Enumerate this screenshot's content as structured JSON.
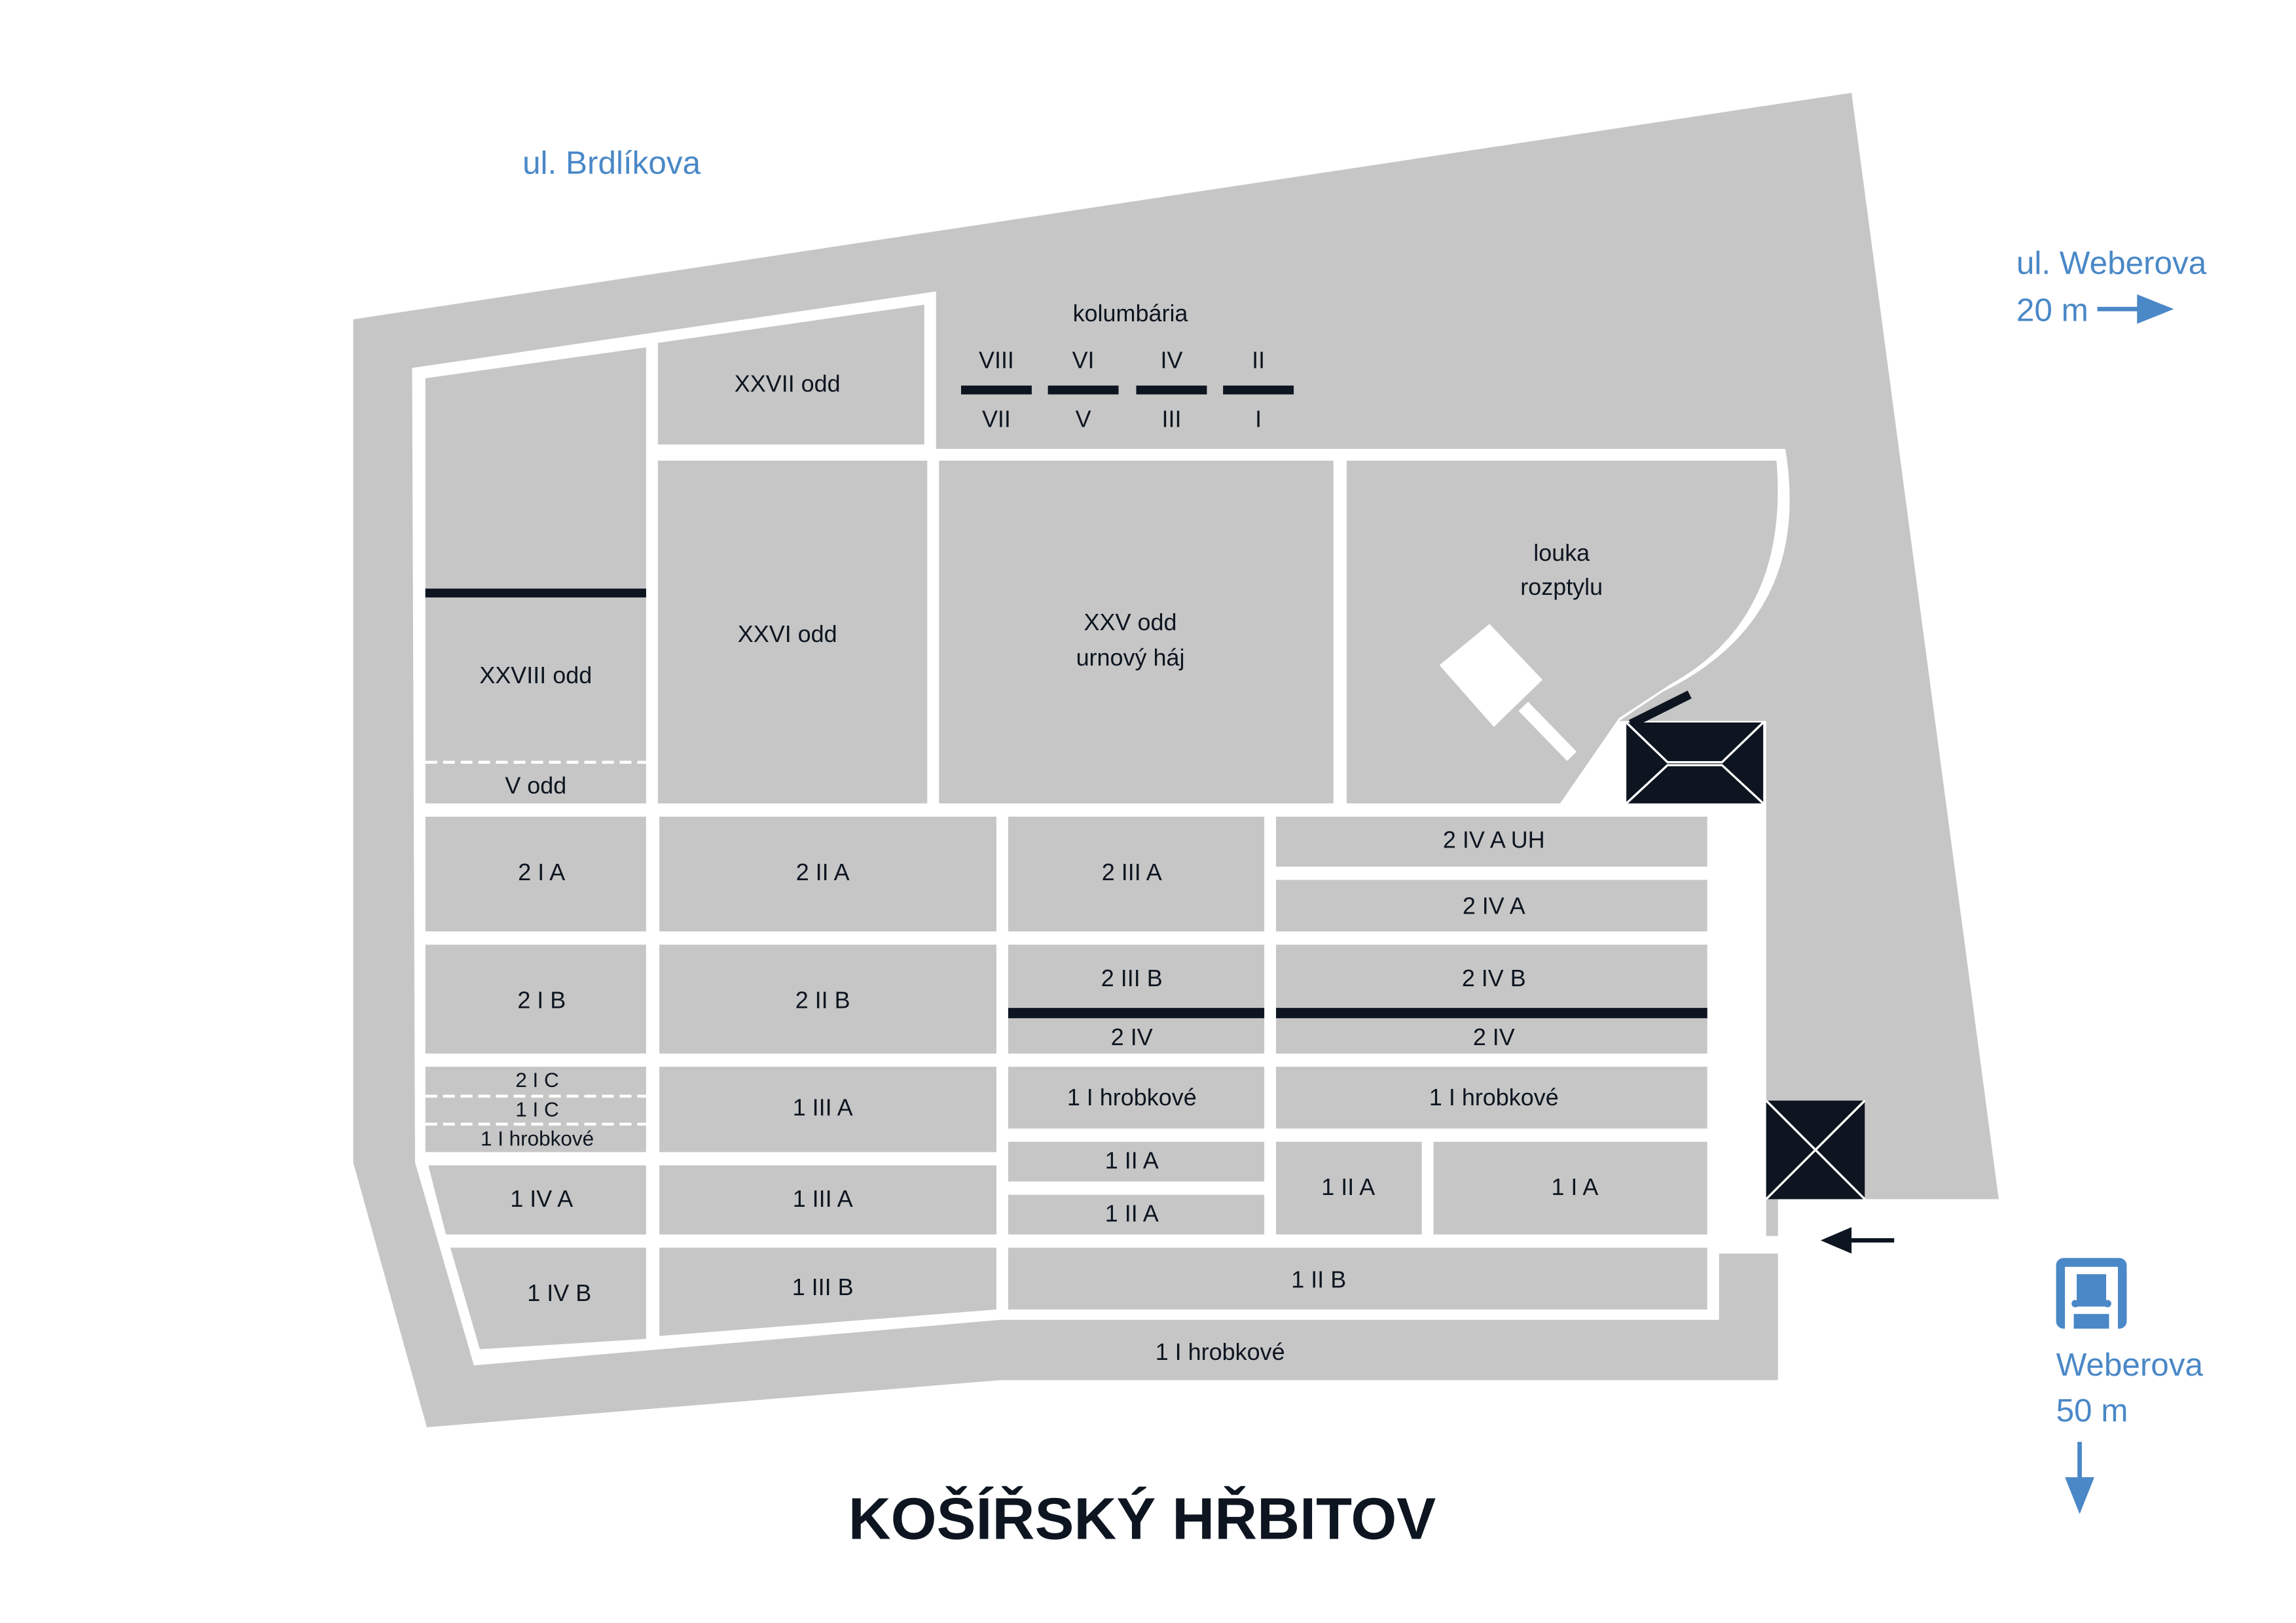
{
  "title": "KOŠÍŘSKÝ HŘBITOV",
  "streets": {
    "brdlikova": "ul. Brdlíkova",
    "weberova": "ul. Weberova",
    "weberova_distance": "20 m"
  },
  "bus_stop": {
    "name": "Weberova",
    "distance": "50 m",
    "icon": "bus-stop-icon"
  },
  "colors": {
    "ground": "#c6c6c6",
    "path": "#ffffff",
    "accent": "#4a88c7",
    "dark": "#0d1520"
  },
  "kolumbaria": {
    "label": "kolumbária",
    "top": [
      "VIII",
      "VI",
      "IV",
      "II"
    ],
    "bottom": [
      "VII",
      "V",
      "III",
      "I"
    ]
  },
  "sections": {
    "xxviii": "XXVIII odd",
    "v": "V odd",
    "xxvii": "XXVII odd",
    "xxvi": "XXVI odd",
    "xxv_1": "XXV odd",
    "xxv_2": "urnový háj",
    "louka_1": "louka",
    "louka_2": "rozptylu",
    "s2IA": "2 I A",
    "s2IIA": "2 II A",
    "s2IIIA": "2 III A",
    "s2IVAUH": "2 IV A UH",
    "s2IVA": "2 IV A",
    "s2IB": "2 I B",
    "s2IIB": "2 II B",
    "s2IIIB": "2 III B",
    "s2IV_a": "2 IV",
    "s2IVB": "2 IV B",
    "s2IV_b": "2 IV",
    "s2IC": "2 I C",
    "s1IC": "1 I C",
    "s1Ihrob_a": "1 I hrobkové",
    "s1IIIA_a": "1 III A",
    "s1Ihrob_b": "1 I hrobkové",
    "s1Ihrob_c": "1 I hrobkové",
    "s1IIA_a": "1 II A",
    "s1IIA_b": "1 II A",
    "s1IIA_c": "1 II A",
    "s1IA": "1 I A",
    "s1IVA": "1 IV A",
    "s1IIIA_b": "1 III A",
    "s1IVB": "1 IV B",
    "s1IIIB": "1 III B",
    "s1IIB": "1 II B",
    "s1Ihrob_d": "1 I hrobkové"
  }
}
